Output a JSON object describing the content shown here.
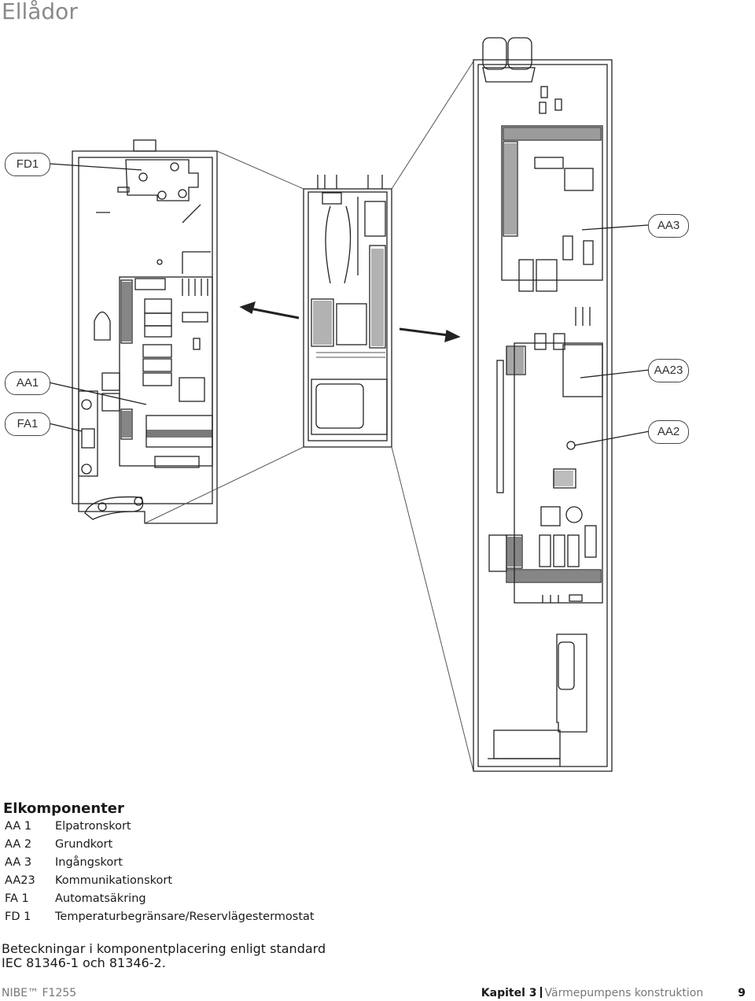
{
  "page_title": "Ellådor",
  "callouts": {
    "fd1": "FD1",
    "aa1": "AA1",
    "fa1": "FA1",
    "aa3": "AA3",
    "aa23": "AA23",
    "aa2": "AA2"
  },
  "legend": {
    "title": "Elkomponenter",
    "items": [
      {
        "code": "AA 1",
        "desc": "Elpatronskort"
      },
      {
        "code": "AA 2",
        "desc": "Grundkort"
      },
      {
        "code": "AA 3",
        "desc": "Ingångskort"
      },
      {
        "code": "AA23",
        "desc": "Kommunikationskort"
      },
      {
        "code": "FA 1",
        "desc": "Automatsäkring"
      },
      {
        "code": "FD 1",
        "desc": "Temperaturbegränsare/Reservlägestermostat"
      }
    ]
  },
  "note": {
    "line1": "Beteckningar i komponentplacering enligt standard",
    "line2": "IEC 81346-1 och 81346-2."
  },
  "footer": {
    "brand": "NIBE™ F1255",
    "chapter_label": "Kapitel 3",
    "chapter_title": "Värmepumpens konstruktion",
    "page_number": "9"
  }
}
